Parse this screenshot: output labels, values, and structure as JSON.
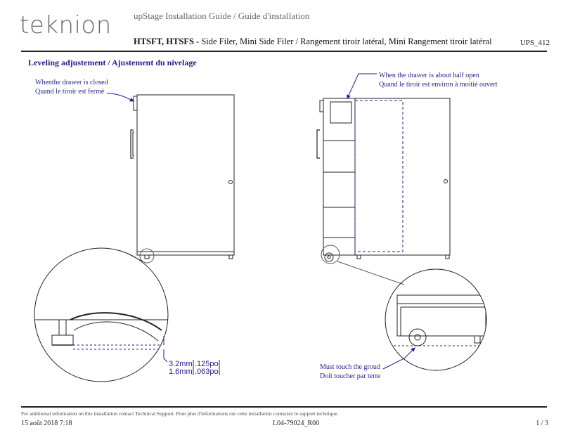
{
  "header": {
    "logo": "teknion",
    "guide_title": "upStage  Installation Guide / Guide d'installation",
    "product_models": "HTSFT, HTSFS",
    "product_desc": " - Side Filer, Mini Side Filer / Rangement tiroir latéral, Mini Rangement tiroir latéral",
    "doc_code": "UPS_412"
  },
  "section": {
    "heading": "Leveling adjustement / Ajustement du nivelage"
  },
  "callouts": {
    "closed_en": "Whenthe drawer is closed",
    "closed_fr": "Quand le tiroir est fermé",
    "half_open_en": "When the drawer is about half open",
    "half_open_fr": "Quand le tiroir est environ à moitié ouvert",
    "touch_en": "Must touch the groud",
    "touch_fr": "Doit toucher par terre"
  },
  "dimensions": {
    "mm_large": "3.2mm",
    "in_large": ".125po",
    "mm_small": "1.6mm",
    "in_small": ".063po"
  },
  "footer": {
    "note": "For additional information on this installation contact Technical Support.   Pour plus d'informations sur cette installation contactez le support technique.",
    "date": "15 août 2018 7:18",
    "code": "L04-79024_R00",
    "page": "1 / 3"
  },
  "colors": {
    "annotation": "#1f1f8a",
    "line": "#222222"
  }
}
